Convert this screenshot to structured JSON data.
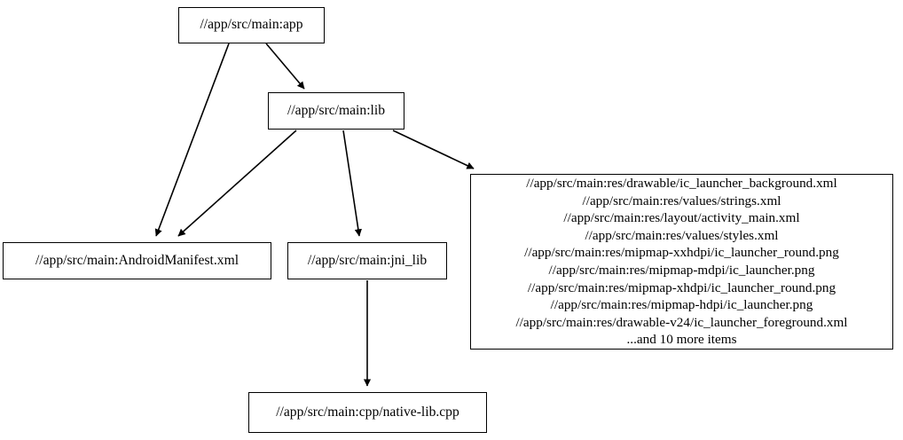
{
  "diagram": {
    "type": "dependency-graph",
    "title": "",
    "background_color": "#ffffff",
    "line_color": "#000000",
    "text_color": "#000000",
    "nodes": [
      {
        "id": "app",
        "label": "//app/src/main:app"
      },
      {
        "id": "lib",
        "label": "//app/src/main:lib"
      },
      {
        "id": "manifest",
        "label": "//app/src/main:AndroidManifest.xml"
      },
      {
        "id": "jni",
        "label": "//app/src/main:jni_lib"
      },
      {
        "id": "cpp",
        "label": "//app/src/main:cpp/native-lib.cpp"
      },
      {
        "id": "res",
        "lines": [
          "//app/src/main:res/drawable/ic_launcher_background.xml",
          "//app/src/main:res/values/strings.xml",
          "//app/src/main:res/layout/activity_main.xml",
          "//app/src/main:res/values/styles.xml",
          "//app/src/main:res/mipmap-xxhdpi/ic_launcher_round.png",
          "//app/src/main:res/mipmap-mdpi/ic_launcher.png",
          "//app/src/main:res/mipmap-xhdpi/ic_launcher_round.png",
          "//app/src/main:res/mipmap-hdpi/ic_launcher.png",
          "//app/src/main:res/drawable-v24/ic_launcher_foreground.xml",
          "...and 10 more items"
        ]
      }
    ],
    "edges": [
      {
        "from": "app",
        "to": "lib"
      },
      {
        "from": "app",
        "to": "manifest"
      },
      {
        "from": "lib",
        "to": "manifest"
      },
      {
        "from": "lib",
        "to": "jni"
      },
      {
        "from": "lib",
        "to": "res"
      },
      {
        "from": "jni",
        "to": "cpp"
      }
    ]
  }
}
